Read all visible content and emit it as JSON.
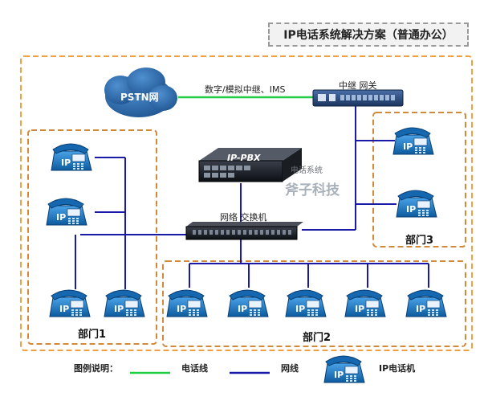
{
  "title": "IP电话系统解决方案（普通办公）",
  "pstn": "PSTN网",
  "trunk_link_label": "数字/模拟中继、IMS",
  "gateway_label": "中继 网关",
  "pbx_label": "IP-PBX",
  "switch_label": "网络 交换机",
  "departments": {
    "dept1": "部门1",
    "dept2": "部门2",
    "dept3": "部门3"
  },
  "phone_text": "IP",
  "watermark": {
    "line1": "电话系统",
    "line2": "斧子科技"
  },
  "legend": {
    "title": "图例说明：",
    "phone_line": "电话线",
    "network_line": "网线",
    "ip_phone": "IP电话机"
  },
  "colors": {
    "dashed_border": "#f0a040",
    "phone_line": "#22cc44",
    "network_line": "#1a1aa8",
    "phone_body": "#1e6fb8",
    "pstn_cloud": "#1f5d9c"
  }
}
